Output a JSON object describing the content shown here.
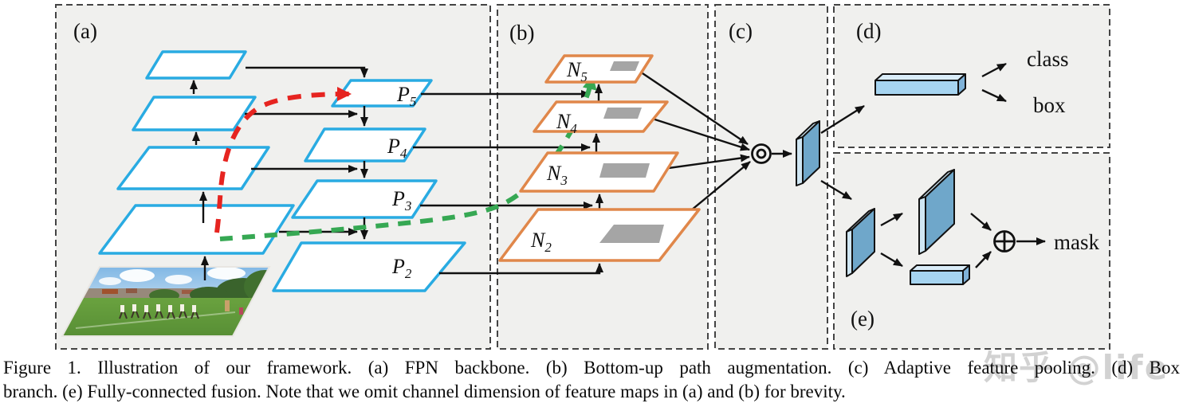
{
  "figure": {
    "panel_a_label": "(a)",
    "panel_b_label": "(b)",
    "panel_c_label": "(c)",
    "panel_d_label": "(d)",
    "panel_e_label": "(e)",
    "fpn_levels": [
      {
        "base": "P",
        "sub": "5"
      },
      {
        "base": "P",
        "sub": "4"
      },
      {
        "base": "P",
        "sub": "3"
      },
      {
        "base": "P",
        "sub": "2"
      }
    ],
    "bottomup_levels": [
      {
        "base": "N",
        "sub": "5"
      },
      {
        "base": "N",
        "sub": "4"
      },
      {
        "base": "N",
        "sub": "3"
      },
      {
        "base": "N",
        "sub": "2"
      }
    ],
    "box_branch": {
      "class_label": "class",
      "box_label": "box"
    },
    "fc_fusion": {
      "mask_label": "mask"
    }
  },
  "caption": {
    "line1": "Figure 1. Illustration of our framework.  (a) FPN backbone.  (b) Bottom-up path augmentation.  (c) Adaptive feature pooling.  (d) Box",
    "line2": "branch. (e) Fully-connected fusion. Note that we omit channel dimension of feature maps in (a) and (b) for brevity."
  },
  "watermark": "知乎 @life",
  "colors": {
    "panel_bg": "#f0f0ee",
    "backbone_stroke": "#29abe2",
    "bottomup_stroke": "#e0874a",
    "roi_gray": "#a5a5a5",
    "red_arrow": "#e62420",
    "green_arrow": "#36a853",
    "slab_blue": "#6fa7ca",
    "slab_blue_light": "#cfe6f3",
    "bar_blue_front": "#a6d4f0",
    "bar_blue_top": "#d9ecf8",
    "bar_blue_side": "#7fb2d8",
    "watermark_gray": "#c7c7c7"
  }
}
